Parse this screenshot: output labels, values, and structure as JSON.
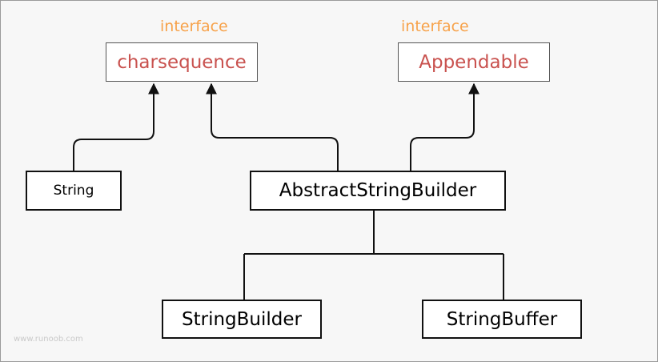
{
  "interfaces": {
    "charsequence": {
      "stereotype": "interface",
      "name": "charsequence"
    },
    "appendable": {
      "stereotype": "interface",
      "name": "Appendable"
    }
  },
  "classes": {
    "string": "String",
    "abstract_string_builder": "AbstractStringBuilder",
    "string_builder": "StringBuilder",
    "string_buffer": "StringBuffer"
  },
  "relations": [
    {
      "from": "String",
      "to": "charsequence",
      "kind": "implements"
    },
    {
      "from": "AbstractStringBuilder",
      "to": "charsequence",
      "kind": "implements"
    },
    {
      "from": "AbstractStringBuilder",
      "to": "Appendable",
      "kind": "implements"
    },
    {
      "from": "StringBuilder",
      "to": "AbstractStringBuilder",
      "kind": "extends"
    },
    {
      "from": "StringBuffer",
      "to": "AbstractStringBuilder",
      "kind": "extends"
    }
  ],
  "watermark": "www.runoob.com",
  "colors": {
    "stereotype": "#f7a24a",
    "interface_name": "#c9524f",
    "line": "#111111"
  }
}
